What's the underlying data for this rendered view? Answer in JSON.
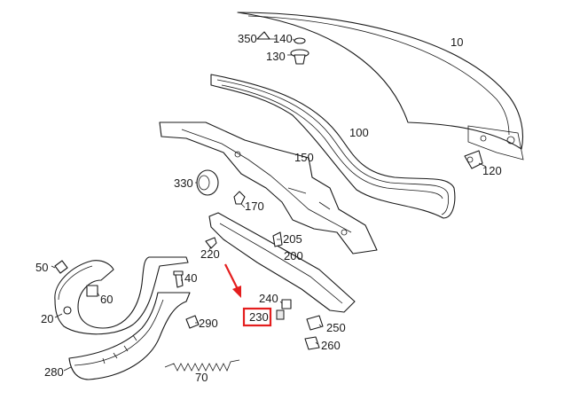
{
  "diagram": {
    "part_numbers": [
      {
        "id": "p350",
        "label": "350"
      },
      {
        "id": "p140",
        "label": "140"
      },
      {
        "id": "p10",
        "label": "10"
      },
      {
        "id": "p130",
        "label": "130"
      },
      {
        "id": "p100",
        "label": "100"
      },
      {
        "id": "p150",
        "label": "150"
      },
      {
        "id": "p120",
        "label": "120"
      },
      {
        "id": "p330",
        "label": "330"
      },
      {
        "id": "p170",
        "label": "170"
      },
      {
        "id": "p205",
        "label": "205"
      },
      {
        "id": "p220",
        "label": "220"
      },
      {
        "id": "p200",
        "label": "200"
      },
      {
        "id": "p50",
        "label": "50"
      },
      {
        "id": "p40",
        "label": "40"
      },
      {
        "id": "p60",
        "label": "60"
      },
      {
        "id": "p240",
        "label": "240"
      },
      {
        "id": "p230",
        "label": "230"
      },
      {
        "id": "p250",
        "label": "250"
      },
      {
        "id": "p20",
        "label": "20"
      },
      {
        "id": "p290",
        "label": "290"
      },
      {
        "id": "p260",
        "label": "260"
      },
      {
        "id": "p280",
        "label": "280"
      },
      {
        "id": "p70",
        "label": "70"
      }
    ],
    "highlighted_part": "230",
    "highlight_color": "#e41e1e",
    "line_color": "#1a1a1a"
  }
}
